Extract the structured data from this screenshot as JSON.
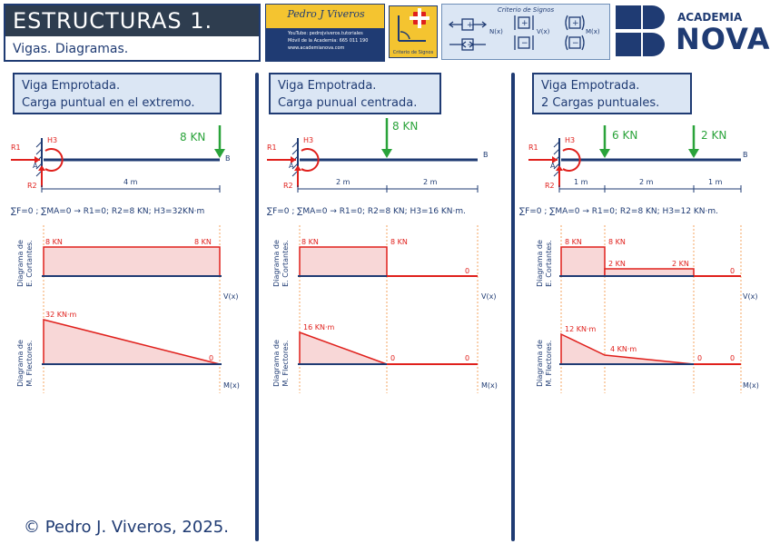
{
  "header": {
    "title": "ESTRUCTURAS 1.",
    "subtitle": "Vigas. Diagramas.",
    "brand_signature": "Pedro J Viveros",
    "brand_lines": [
      "YouTube: pedrojviveros.tutoriales",
      "Móvil de la Academia: 665 011 190",
      "www.academianova.com"
    ],
    "sign_box_label": "Criterio de Signos",
    "criterio_title": "Criterio de Signos",
    "criterio_labels": {
      "n": "N(x)",
      "v": "V(x)",
      "m": "M(x)"
    },
    "academy_small": "ACADEMIA",
    "academy_big": "NOVA"
  },
  "panels": [
    {
      "title_line1": "Viga Emprotada.",
      "title_line2": "Carga puntual en el extremo.",
      "loads": [
        "8 KN"
      ],
      "spans": [
        "4 m"
      ],
      "labels": {
        "r1": "R1",
        "r2": "R2",
        "h3": "H3",
        "a": "A",
        "b": "B"
      },
      "equation": "∑F=0 ; ∑MA=0 → R1=0; R2=8 KN; H3=32KN·m",
      "shear_labels": [
        "8 KN",
        "8 KN"
      ],
      "moment_labels": [
        "32 KN·m",
        "0"
      ],
      "v_label": "V(x)",
      "m_label": "M(x)",
      "diag_v_title": "Diagrama de E. Cortantes.",
      "diag_m_title": "Diagrama de M. Flectores."
    },
    {
      "title_line1": "Viga Empotrada.",
      "title_line2": "Carga punual centrada.",
      "loads": [
        "8 KN"
      ],
      "spans": [
        "2 m",
        "2 m"
      ],
      "labels": {
        "r1": "R1",
        "r2": "R2",
        "h3": "H3",
        "a": "A",
        "b": "B"
      },
      "equation": "∑F=0 ; ∑MA=0 → R1=0; R2=8 KN; H3=16 KN·m.",
      "shear_labels": [
        "8 KN",
        "8 KN",
        "0"
      ],
      "moment_labels": [
        "16 KN·m",
        "0",
        "0"
      ],
      "v_label": "V(x)",
      "m_label": "M(x)",
      "diag_v_title": "Diagrama de E. Cortantes.",
      "diag_m_title": "Diagrama de M. Flectores."
    },
    {
      "title_line1": "Viga Empotrada.",
      "title_line2": "2 Cargas puntuales.",
      "loads": [
        "6 KN",
        "2 KN"
      ],
      "spans": [
        "1 m",
        "2 m",
        "1 m"
      ],
      "labels": {
        "r1": "R1",
        "r2": "R2",
        "h3": "H3",
        "a": "A",
        "b": "B"
      },
      "equation": "∑F=0 ; ∑MA=0 → R1=0; R2=8 KN; H3=12 KN·m.",
      "shear_labels": [
        "8 KN",
        "8 KN",
        "2 KN",
        "2 KN",
        "0"
      ],
      "moment_labels": [
        "12 KN·m",
        "4 KN·m",
        "0",
        "0"
      ],
      "v_label": "V(x)",
      "m_label": "M(x)",
      "diag_v_title": "Diagrama de E. Cortantes.",
      "diag_m_title": "Diagrama de M. Flectores."
    }
  ],
  "footer": "© Pedro J. Viveros, 2025.",
  "colors": {
    "navy": "#1f3b73",
    "red": "#e0201c",
    "green": "#2aa33a",
    "pink": "#f8d7d7",
    "panel_bg": "#dbe6f4"
  }
}
